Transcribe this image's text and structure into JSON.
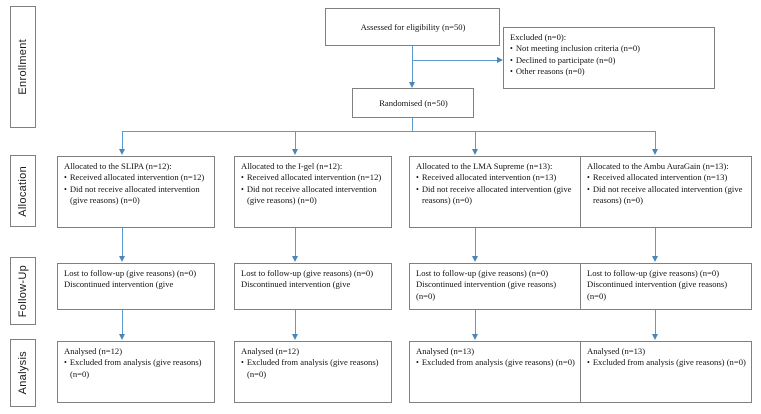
{
  "diagram": {
    "title": "CONSORT participant flow diagram",
    "accent_color": "#5b9bd0",
    "border_color": "#808080",
    "text_color": "#111111"
  },
  "stages": [
    {
      "id": "enrollment",
      "label": "Enrollment"
    },
    {
      "id": "allocation",
      "label": "Allocation"
    },
    {
      "id": "followup",
      "label": "Follow-Up"
    },
    {
      "id": "analysis",
      "label": "Analysis"
    }
  ],
  "enrollment": {
    "assessed": {
      "text": "Assessed for eligibility (n=50)"
    },
    "excluded": {
      "heading": "Excluded (n=0):",
      "reasons": [
        "Not meeting inclusion criteria (n=0)",
        "Declined to participate (n=0)",
        "Other reasons (n=0)"
      ]
    },
    "randomised": {
      "text": "Randomised (n=50)"
    }
  },
  "arms": [
    {
      "id": "slipa",
      "allocation": {
        "heading": "Allocated to the SLIPA (n=12):",
        "bullets": [
          "Received allocated intervention (n=12)",
          "Did not receive allocated intervention (give reasons) (n=0)"
        ]
      },
      "followup": {
        "lines": [
          "Lost to follow-up (give reasons) (n=0)",
          "Discontinued intervention (give"
        ]
      },
      "analysis": {
        "heading": "Analysed (n=12)",
        "bullets": [
          "Excluded from analysis (give reasons) (n=0)"
        ]
      }
    },
    {
      "id": "i-gel",
      "allocation": {
        "heading": "Allocated to the I-gel (n=12):",
        "bullets": [
          "Received allocated intervention (n=12)",
          "Did not receive allocated intervention (give reasons) (n=0)"
        ]
      },
      "followup": {
        "lines": [
          "Lost to follow-up (give reasons) (n=0)",
          "Discontinued intervention (give"
        ]
      },
      "analysis": {
        "heading": "Analysed (n=12)",
        "bullets": [
          "Excluded from analysis (give reasons) (n=0)"
        ]
      }
    },
    {
      "id": "lma-supreme",
      "allocation": {
        "heading": "Allocated to the LMA Supreme (n=13):",
        "bullets": [
          "Received allocated intervention (n=13)",
          "Did not receive allocated intervention (give reasons) (n=0)"
        ]
      },
      "followup": {
        "lines": [
          "Lost to follow-up (give reasons) (n=0)",
          "Discontinued intervention (give reasons) (n=0)"
        ]
      },
      "analysis": {
        "heading": "Analysed (n=13)",
        "bullets": [
          "Excluded from analysis (give reasons) (n=0)"
        ]
      }
    },
    {
      "id": "ambu-auragain",
      "allocation": {
        "heading": "Allocated to the Ambu AuraGain  (n=13):",
        "bullets": [
          "Received allocated intervention (n=13)",
          "Did not receive allocated intervention (give reasons) (n=0)"
        ]
      },
      "followup": {
        "lines": [
          "Lost to follow-up (give reasons) (n=0)",
          "Discontinued intervention (give reasons) (n=0)"
        ]
      },
      "analysis": {
        "heading": "Analysed (n=13)",
        "bullets": [
          "Excluded from analysis (give reasons) (n=0)"
        ]
      }
    }
  ]
}
